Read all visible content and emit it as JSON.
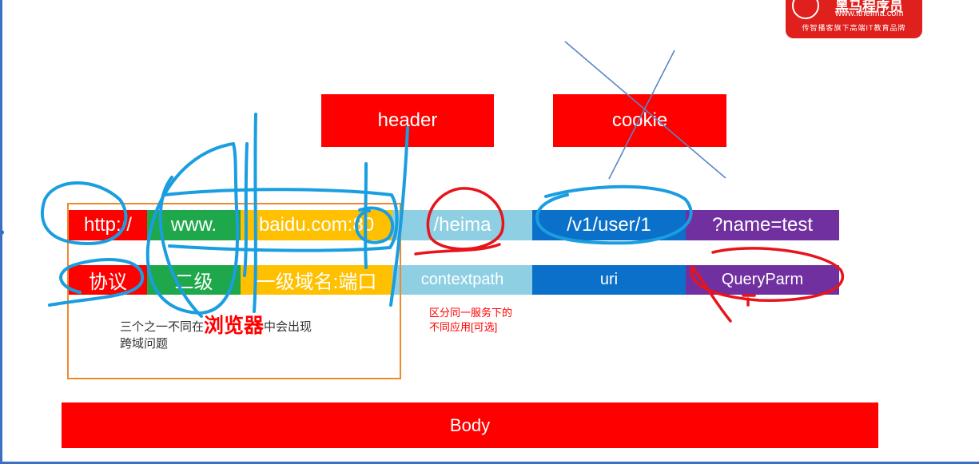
{
  "logo": {
    "brand": "黑马程序员",
    "url": "www.itheima.com",
    "slogan": "传智播客旗下高端IT教育品牌"
  },
  "header_box": "header",
  "cookie_box": "cookie",
  "url_parts": [
    "http://",
    "www.",
    "baidu.com:80",
    "/heima",
    "/v1/user/1",
    "?name=test"
  ],
  "part_names": [
    "协议",
    "二级",
    "一级域名:端口",
    "contextpath",
    "uri",
    "QueryParm"
  ],
  "note": {
    "prefix": "三个之一不同在",
    "emphasis": "浏览器",
    "suffix": "中会出现",
    "line2": "跨域问题"
  },
  "context_note": {
    "line1": "区分同一服务下的",
    "line2": "不同应用[可选]"
  },
  "body_box": "Body",
  "colors": {
    "red": "#ff0000",
    "green": "#1ea84b",
    "yellow": "#ffc000",
    "light_blue": "#8ecfe3",
    "blue": "#0b70c9",
    "purple": "#7030a0",
    "frame_orange": "#ee8a2c",
    "ink_blue": "#1a9ee0",
    "ink_red": "#e8141c"
  }
}
